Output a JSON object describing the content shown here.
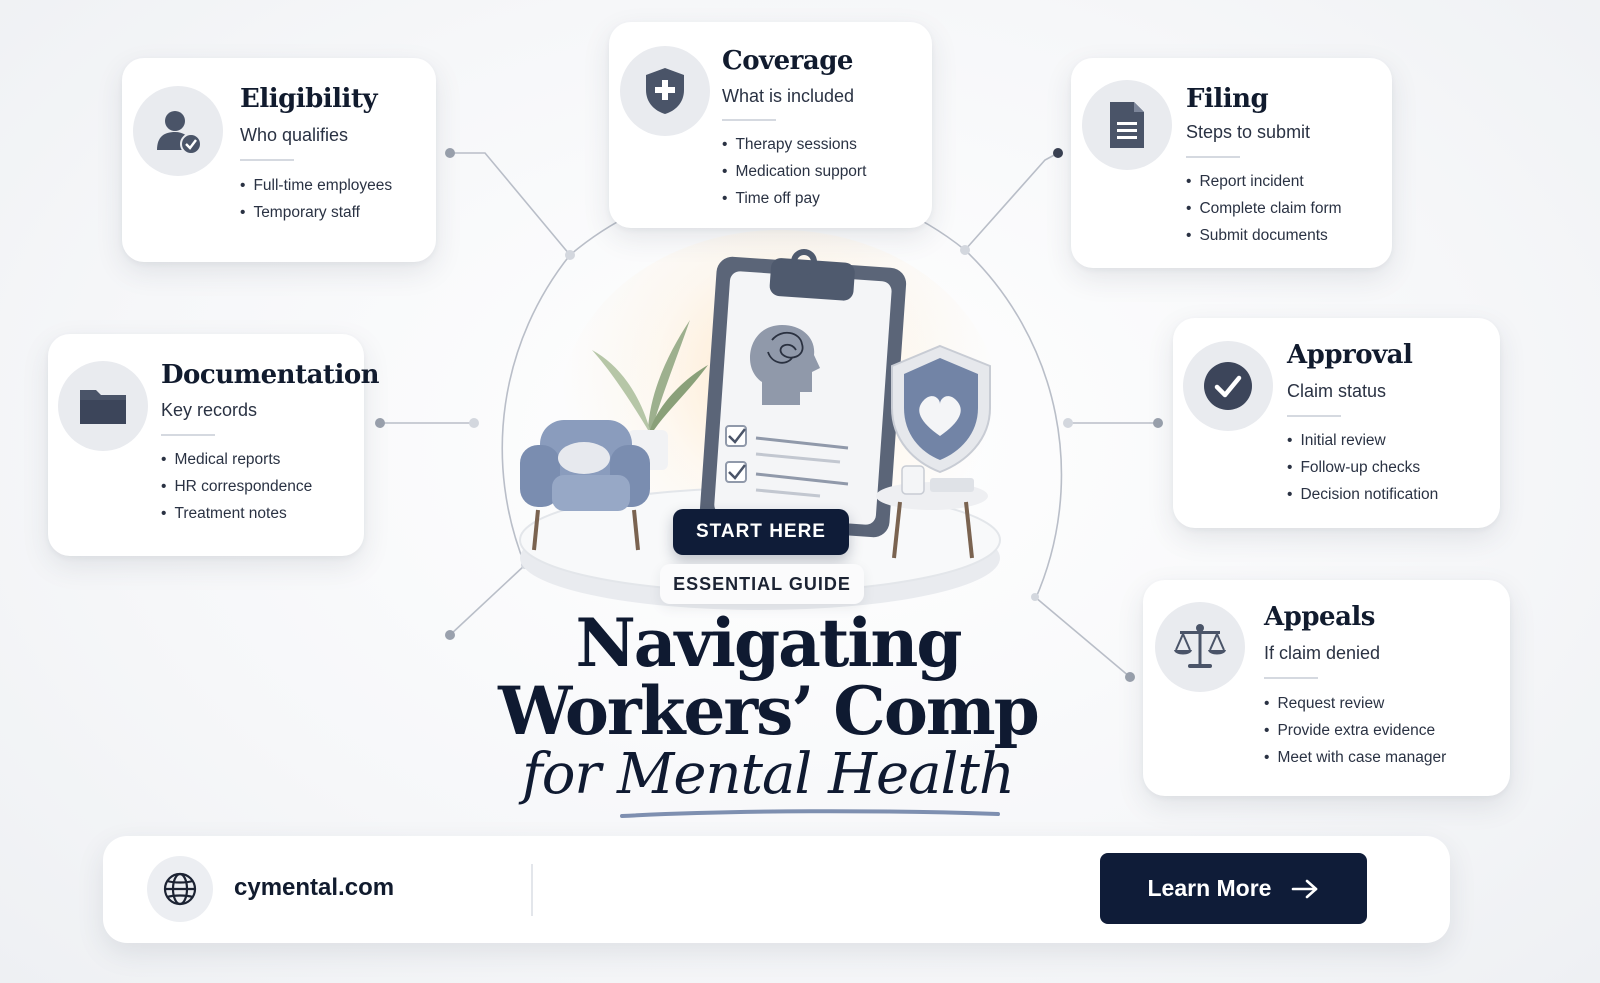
{
  "cards": {
    "eligibility": {
      "title": "Eligibility",
      "subtitle": "Who qualifies",
      "items": [
        "Full-time employees",
        "Temporary staff"
      ]
    },
    "coverage": {
      "title": "Coverage",
      "subtitle": "What is included",
      "items": [
        "Therapy sessions",
        "Medication support",
        "Time off pay"
      ]
    },
    "filing": {
      "title": "Filing",
      "subtitle": "Steps to submit",
      "items": [
        "Report incident",
        "Complete claim form",
        "Submit documents"
      ]
    },
    "documentation": {
      "title": "Documentation",
      "subtitle": "Key records",
      "items": [
        "Medical reports",
        "HR correspondence",
        "Treatment notes"
      ]
    },
    "approval": {
      "title": "Approval",
      "subtitle": "Claim status",
      "items": [
        "Initial review",
        "Follow-up checks",
        "Decision notification"
      ]
    },
    "appeals": {
      "title": "Appeals",
      "subtitle": "If claim denied",
      "items": [
        "Request review",
        "Provide extra evidence",
        "Meet with case manager"
      ]
    }
  },
  "center": {
    "start_label": "START HERE",
    "guide_label": "ESSENTIAL GUIDE"
  },
  "hero": {
    "line1": "Navigating",
    "line2": "Workers’ Comp",
    "line3": "for Mental Health"
  },
  "footer": {
    "site": "cymental.com",
    "cta_label": "Learn More"
  },
  "icons": {
    "eligibility": "user-check-icon",
    "coverage": "shield-plus-icon",
    "filing": "document-icon",
    "documentation": "folder-icon",
    "approval": "check-circle-icon",
    "appeals": "scales-icon",
    "footer": "globe-icon",
    "cta": "arrow-right-icon"
  },
  "colors": {
    "navy": "#0f1c38",
    "slate": "#4a5468",
    "icon_bg": "#e9ebef",
    "accent_blue": "#7e8fb0"
  }
}
